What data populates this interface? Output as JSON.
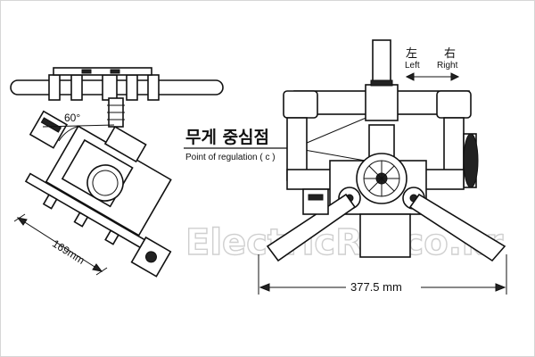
{
  "watermark": "ElectricRC.co.kr",
  "left_view": {
    "angle_label": "60°",
    "dimension_label": "169mm"
  },
  "center_label": {
    "korean_title": "무게 중심점",
    "english_subtitle": "Point of regulation ( c )"
  },
  "right_view": {
    "direction_left_cjk": "左",
    "direction_right_cjk": "右",
    "direction_left": "Left",
    "direction_right": "Right",
    "dimension_label": "377.5 mm"
  }
}
